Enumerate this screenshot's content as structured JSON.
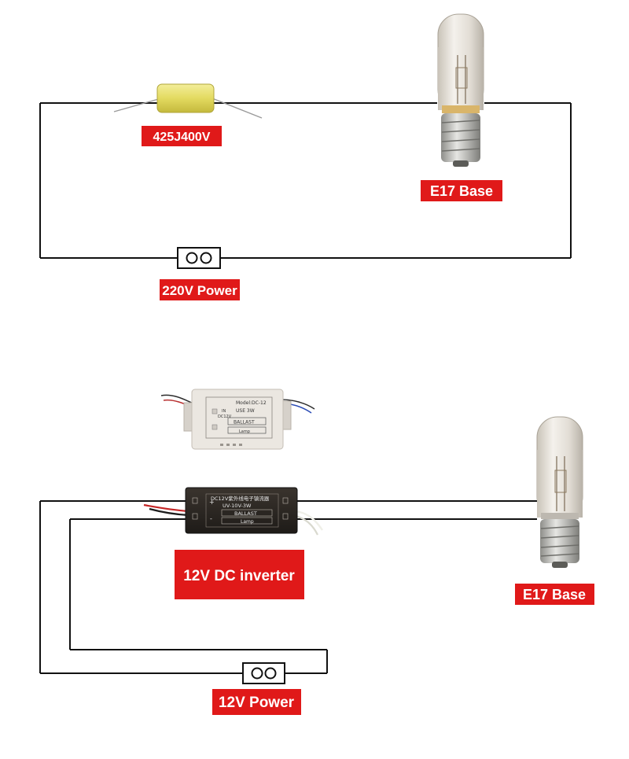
{
  "colors": {
    "label_bg": "#e01919",
    "label_text": "#ffffff",
    "wire": "#111111",
    "capacitor": "#e8e06a",
    "lamp_glass": "#e7e3dc",
    "lamp_base": "#c7c7c4",
    "ballast_white": "#e9e5df",
    "ballast_black": "#2a2622"
  },
  "circuit_220v": {
    "capacitor_label": "425J400V",
    "lamp_label": "E17 Base",
    "power_label": "220V Power"
  },
  "circuit_12v": {
    "inverter_label": "12V DC inverter",
    "lamp_label": "E17 Base",
    "power_label": "12V Power",
    "ballast_white_text": {
      "model": "Model:DC-12",
      "in": "IN",
      "dc12v": "DC12V",
      "use": "USE 3W",
      "ballast": "BALLAST",
      "lamp": "Lamp"
    },
    "ballast_black_text": {
      "title": "DC12V紫外线电子镇流器",
      "spec": "UV-10V-3W",
      "ballast": "BALLAST",
      "lamp": "Lamp",
      "plus": "+",
      "minus": "-"
    }
  }
}
